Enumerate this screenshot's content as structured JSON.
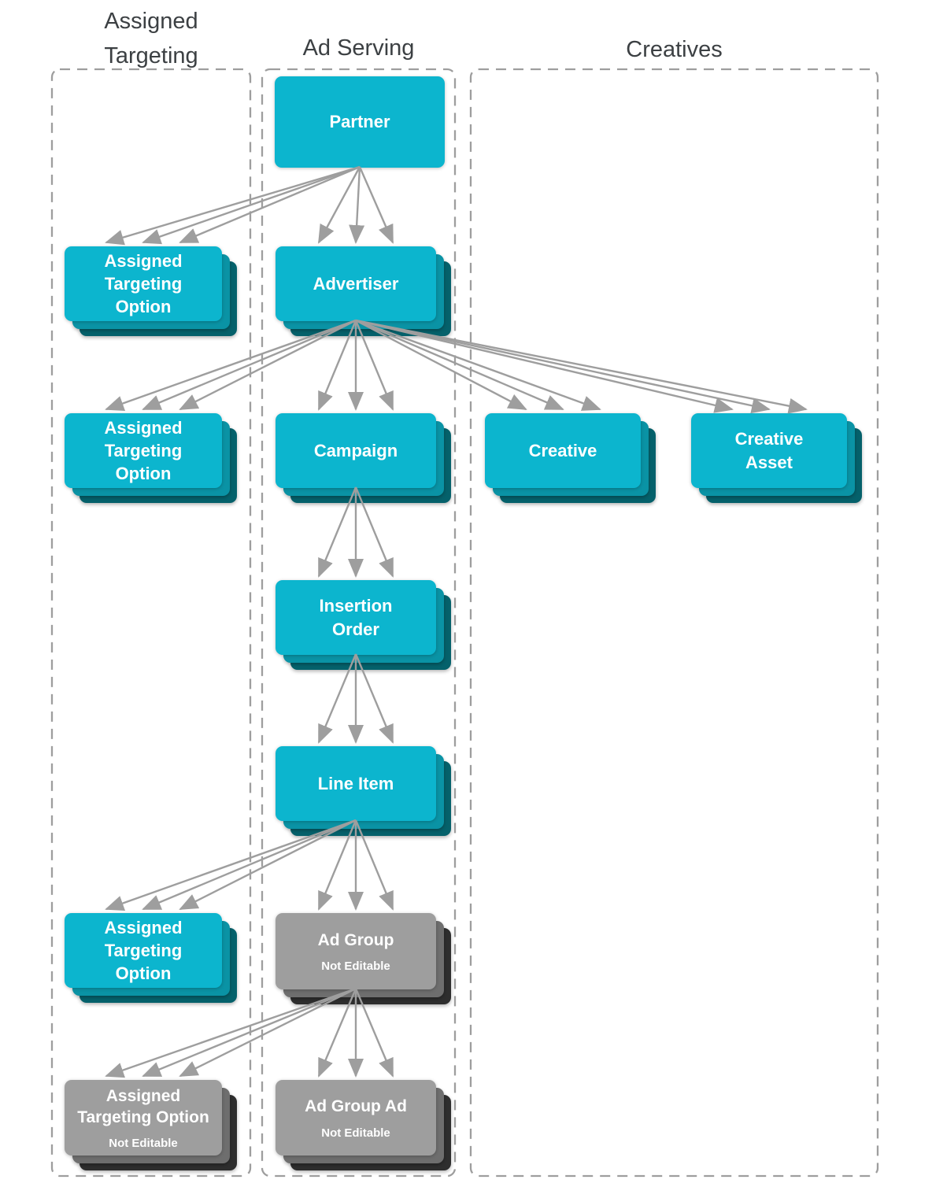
{
  "diagram": {
    "columns": [
      {
        "id": "assigned-targeting",
        "title": "Assigned Targeting"
      },
      {
        "id": "ad-serving",
        "title": "Ad Serving"
      },
      {
        "id": "creatives",
        "title": "Creatives"
      }
    ],
    "nodes": [
      {
        "id": "partner",
        "column": "ad-serving",
        "label": "Partner",
        "variant": "cyan",
        "stacked": false
      },
      {
        "id": "ato-partner",
        "column": "assigned-targeting",
        "label": "Assigned Targeting Option",
        "variant": "cyan",
        "stacked": true
      },
      {
        "id": "advertiser",
        "column": "ad-serving",
        "label": "Advertiser",
        "variant": "cyan",
        "stacked": true
      },
      {
        "id": "ato-advertiser",
        "column": "assigned-targeting",
        "label": "Assigned Targeting Option",
        "variant": "cyan",
        "stacked": true
      },
      {
        "id": "campaign",
        "column": "ad-serving",
        "label": "Campaign",
        "variant": "cyan",
        "stacked": true
      },
      {
        "id": "creative",
        "column": "creatives",
        "label": "Creative",
        "variant": "cyan",
        "stacked": true
      },
      {
        "id": "creative-asset",
        "column": "creatives",
        "label": "Creative Asset",
        "variant": "cyan",
        "stacked": true
      },
      {
        "id": "insertion-order",
        "column": "ad-serving",
        "label": "Insertion Order",
        "variant": "cyan",
        "stacked": true
      },
      {
        "id": "line-item",
        "column": "ad-serving",
        "label": "Line Item",
        "variant": "cyan",
        "stacked": true
      },
      {
        "id": "ato-line-item",
        "column": "assigned-targeting",
        "label": "Assigned Targeting Option",
        "variant": "cyan",
        "stacked": true
      },
      {
        "id": "ad-group",
        "column": "ad-serving",
        "label": "Ad Group",
        "note": "Not Editable",
        "variant": "gray",
        "stacked": true
      },
      {
        "id": "ato-ad-group",
        "column": "assigned-targeting",
        "label": "Assigned Targeting Option",
        "note": "Not Editable",
        "variant": "gray",
        "stacked": true
      },
      {
        "id": "ad-group-ad",
        "column": "ad-serving",
        "label": "Ad Group Ad",
        "note": "Not Editable",
        "variant": "gray",
        "stacked": true
      }
    ],
    "edges": [
      {
        "from": "partner",
        "to": "ato-partner"
      },
      {
        "from": "partner",
        "to": "advertiser"
      },
      {
        "from": "advertiser",
        "to": "ato-advertiser"
      },
      {
        "from": "advertiser",
        "to": "campaign"
      },
      {
        "from": "advertiser",
        "to": "creative"
      },
      {
        "from": "advertiser",
        "to": "creative-asset"
      },
      {
        "from": "campaign",
        "to": "insertion-order"
      },
      {
        "from": "insertion-order",
        "to": "line-item"
      },
      {
        "from": "line-item",
        "to": "ato-line-item"
      },
      {
        "from": "line-item",
        "to": "ad-group"
      },
      {
        "from": "ad-group",
        "to": "ato-ad-group"
      },
      {
        "from": "ad-group",
        "to": "ad-group-ad"
      }
    ],
    "colors": {
      "node_cyan": "#0CB5CE",
      "node_cyan_mid": "#0A93A5",
      "node_cyan_dark": "#05616B",
      "node_gray": "#9E9E9E",
      "node_gray_mid": "#6E6E6E",
      "node_gray_dark": "#2E2E2E",
      "node_text": "#FFFFFF",
      "arrow": "#9E9E9E",
      "column_border": "#9E9E9E",
      "title_text": "#3C4043"
    }
  }
}
